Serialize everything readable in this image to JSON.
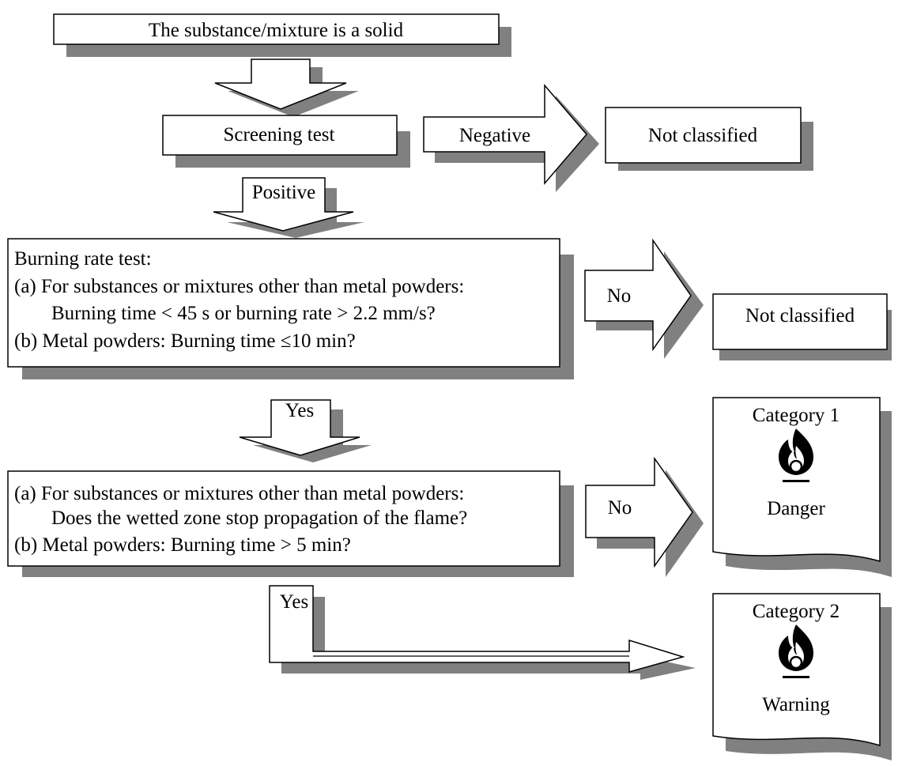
{
  "boxes": {
    "solid": "The substance/mixture is a solid",
    "screening": "Screening test",
    "not_classified_1": "Not classified",
    "not_classified_2": "Not classified",
    "burning_rate": {
      "line1": "Burning rate test:",
      "line2": "(a)  For substances or mixtures other than metal powders:",
      "line3": "Burning time < 45 s or burning rate > 2.2 mm/s?",
      "line4": "(b)  Metal powders: Burning time ≤10 min?"
    },
    "wetted_zone": {
      "line1": "(a)  For substances or mixtures other than metal powders:",
      "line2": "Does the wetted zone stop propagation of the flame?",
      "line3": "(b)  Metal powders: Burning time > 5 min?"
    }
  },
  "arrows": {
    "negative": "Negative",
    "positive": "Positive",
    "no_1": "No",
    "yes_1": "Yes",
    "no_2": "No",
    "yes_2": "Yes"
  },
  "results": {
    "category_1": {
      "title": "Category 1",
      "signal_word": "Danger",
      "pictogram": "flame-icon"
    },
    "category_2": {
      "title": "Category 2",
      "signal_word": "Warning",
      "pictogram": "flame-icon"
    }
  },
  "colors": {
    "shadow": "#808080",
    "stroke": "#000000",
    "fill": "#ffffff"
  }
}
